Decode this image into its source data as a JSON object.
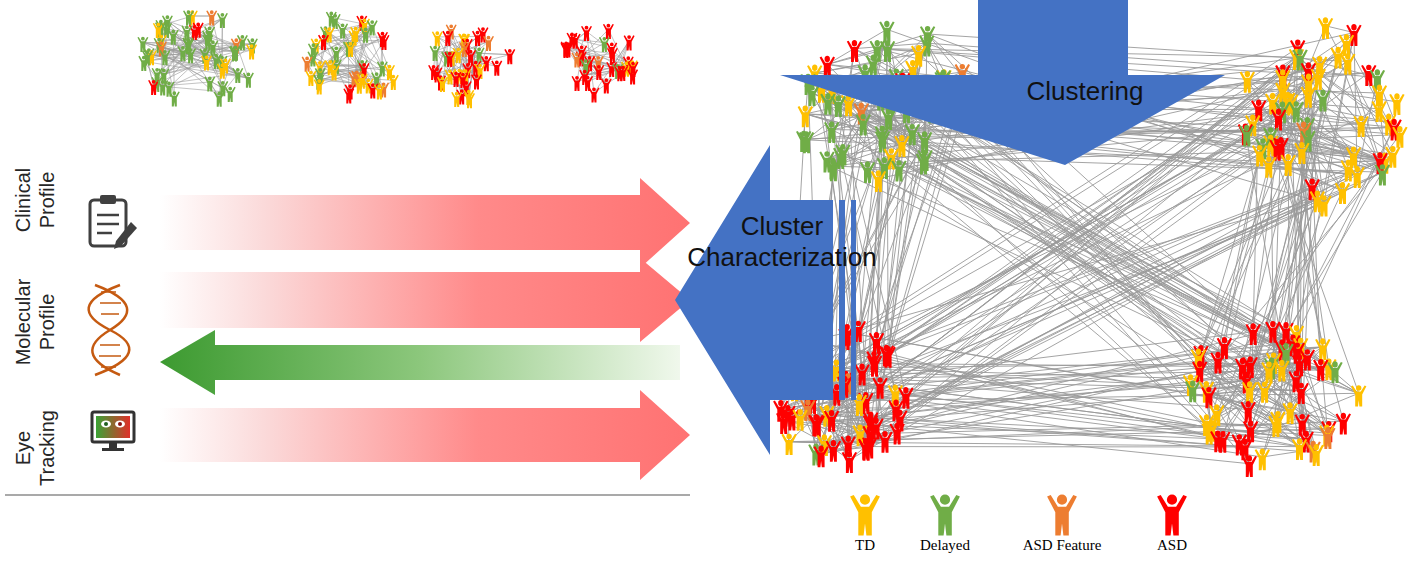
{
  "diagram": {
    "nodes": [
      {
        "text": [
          "Clustering"
        ]
      },
      {
        "text": [
          "Cluster Characterization"
        ]
      }
    ],
    "labels": [
      "Clinical Profile",
      "Molecular Profile",
      "Eye Tracking"
    ],
    "legend": [
      {
        "text": "TD",
        "color": "#FFC000"
      },
      {
        "text": "Delayed",
        "color": "#70AD47"
      },
      {
        "text": "ASD Feature",
        "color": "#ED7D31"
      },
      {
        "text": "ASD",
        "color": "#FF0000"
      }
    ]
  }
}
